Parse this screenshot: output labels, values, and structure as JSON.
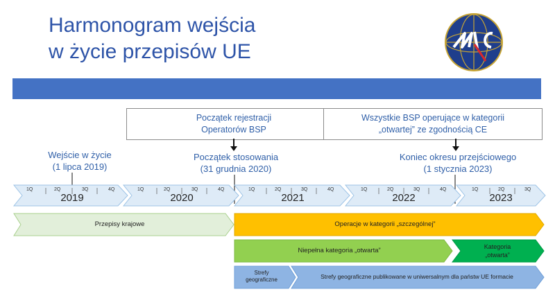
{
  "title": {
    "line1": "Harmonogram wejścia",
    "line2": "w życie przepisów UE"
  },
  "boxes": {
    "registration": {
      "line1": "Początek rejestracji",
      "line2": "Operatorów BSP"
    },
    "ce": {
      "line1": "Wszystkie BSP operujące w kategorii",
      "line2": "„otwartej” ze zgodnością CE"
    }
  },
  "milestones": {
    "entry": {
      "line1": "Wejście w życie",
      "line2": "(1 lipca 2019)"
    },
    "application": {
      "line1": "Początek stosowania",
      "line2": "(31 grudnia 2020)"
    },
    "transition_end": {
      "line1": "Koniec okresu przejściowego",
      "line2": "(1 stycznia 2023)"
    }
  },
  "timeline": {
    "years": [
      "2019",
      "2020",
      "2021",
      "2022",
      "2023"
    ],
    "quarters": [
      "1Q",
      "2Q",
      "3Q",
      "4Q"
    ],
    "quarters_2023": [
      "1Q",
      "2Q",
      "3Q"
    ]
  },
  "bands": {
    "national": "Przepisy krajowe",
    "specific": "Operacje w kategorii „szczególnej”",
    "limited_open": "Niepełna kategoria „otwarta”",
    "open_line1": "Kategoria",
    "open_line2": "„otwarta”",
    "geo_zones_line1": "Strefy",
    "geo_zones_line2": "geograficzne",
    "geo_zones_universal": "Strefy geograficzne publikowane w uniwersalnym dla państw UE formacie"
  },
  "colors": {
    "title": "#2e54a8",
    "banner": "#4472c4",
    "timeline_fill": "#deebf7",
    "national": "#e2efda",
    "specific": "#ffc000",
    "limited_open": "#92d050",
    "open": "#00b050",
    "geo": "#8eb4e3"
  }
}
